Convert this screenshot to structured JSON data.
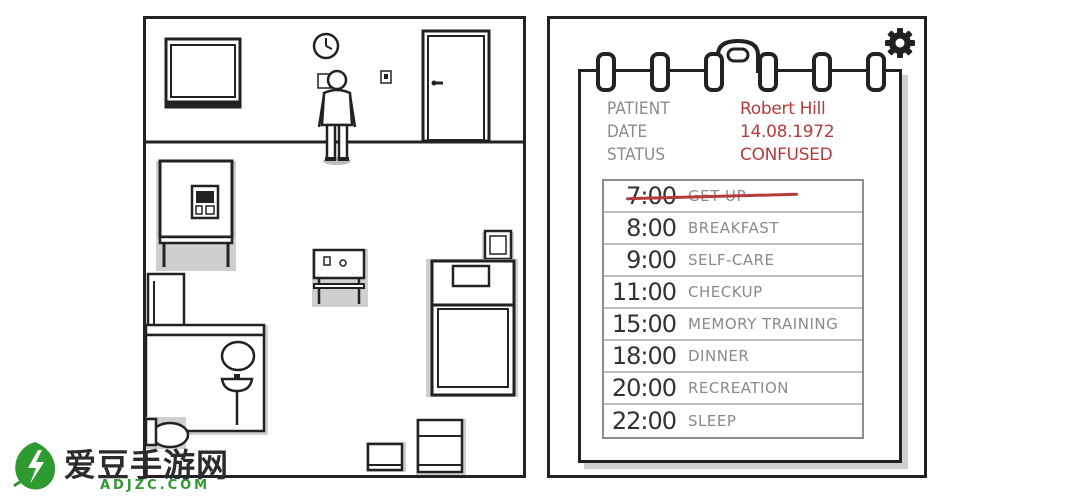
{
  "patient_card": {
    "labels": {
      "patient": "PATIENT",
      "date": "DATE",
      "status": "STATUS"
    },
    "values": {
      "patient": "Robert Hill",
      "date": "14.08.1972",
      "status": "CONFUSED"
    }
  },
  "schedule": [
    {
      "time": "7:00",
      "activity": "GET UP",
      "done": true
    },
    {
      "time": "8:00",
      "activity": "BREAKFAST",
      "done": false
    },
    {
      "time": "9:00",
      "activity": "SELF-CARE",
      "done": false
    },
    {
      "time": "11:00",
      "activity": "CHECKUP",
      "done": false
    },
    {
      "time": "15:00",
      "activity": "MEMORY TRAINING",
      "done": false
    },
    {
      "time": "18:00",
      "activity": "DINNER",
      "done": false
    },
    {
      "time": "20:00",
      "activity": "RECREATION",
      "done": false
    },
    {
      "time": "22:00",
      "activity": "SLEEP",
      "done": false
    }
  ],
  "watermark": {
    "text": "爱豆手游网",
    "sub": "ADJZC.COM"
  },
  "icons": {
    "settings": "gear-icon",
    "clock": "wall-clock-icon"
  },
  "colors": {
    "ink": "#222222",
    "accent_red": "#b53a3a",
    "label_gray": "#8a8a8a",
    "watermark_green": "#2f9a2f"
  }
}
